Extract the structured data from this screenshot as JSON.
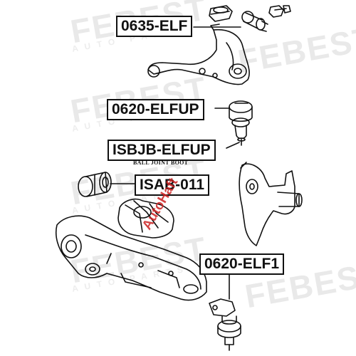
{
  "watermark": {
    "brand": "FEBEST",
    "tagline": "AUTO PARTS"
  },
  "labels": {
    "upper_arm": "0635-ELF",
    "upper_ball_joint": "0620-ELFUP",
    "ball_joint_boot": "ISBJB-ELFUP",
    "ball_joint_boot_sub": "BALL JOINT BOOT",
    "lower_arm_bushing": "ISAB-011",
    "lower_ball_joint": "0620-ELF1"
  },
  "overlay_brand": "AutoHaft"
}
